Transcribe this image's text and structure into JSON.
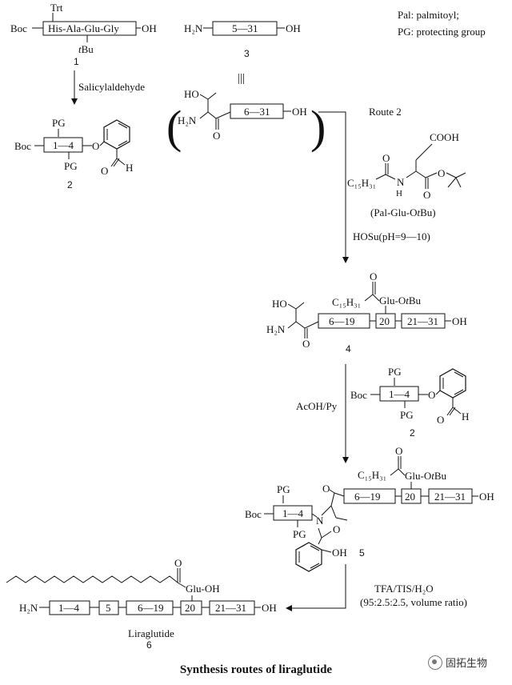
{
  "legend": {
    "line1": "Pal: palmitoyl;",
    "line2": "PG: protecting group"
  },
  "caption": "Synthesis routes of liraglutide",
  "watermark": "固拓生物",
  "compounds": {
    "c1": {
      "number": "1",
      "trt": "Trt",
      "boc": "Boc",
      "chain": "His-Ala-Glu-Gly",
      "oh": "OH",
      "tbu_t": "t",
      "tbu_b": "Bu"
    },
    "c2a": {
      "number": "2",
      "pg_top": "PG",
      "pg_bottom": "PG",
      "boc": "Boc",
      "box": "1—4",
      "o": "O",
      "aldehyde_h": "H",
      "aldehyde_o": "O"
    },
    "c3": {
      "number": "3",
      "h2n": "H₂N",
      "box": "5—31",
      "oh": "OH"
    },
    "equiv": "|||",
    "c3_expanded": {
      "ho": "HO",
      "h2n": "H₂N",
      "o": "O",
      "box": "6—31",
      "oh": "OH"
    },
    "pal_glu": {
      "cooh": "COOH",
      "pal": "C₁₅H₃₁",
      "nh": "N",
      "nh_h": "H",
      "o1": "O",
      "o2": "O",
      "o3": "O",
      "label": "(Pal-Glu-OtBu)"
    },
    "c4": {
      "number": "4",
      "ho": "HO",
      "h2n": "H₂N",
      "o": "O",
      "pal": "C₁₅H₃₁",
      "o_top": "O",
      "glu": "Glu-OtBu",
      "box1": "6—19",
      "box2": "20",
      "box3": "21—31",
      "oh": "OH"
    },
    "c2b": {
      "number": "2",
      "pg_top": "PG",
      "pg_bottom": "PG",
      "boc": "Boc",
      "box": "1—4",
      "o": "O",
      "aldehyde_h": "H",
      "aldehyde_o": "O"
    },
    "c5": {
      "number": "5",
      "pal": "C₁₅H₃₁",
      "o_top": "O",
      "glu": "Glu-OtBu",
      "o_carbonyl": "O",
      "box1": "6—19",
      "box2": "20",
      "box3": "21—31",
      "oh": "OH",
      "pg_top": "PG",
      "pg_bottom": "PG",
      "boc": "Boc",
      "box_1_4": "1—4",
      "n": "N",
      "o_ring": "O",
      "phenol_oh": "OH"
    },
    "c6": {
      "number": "6",
      "name": "Liraglutide",
      "h2n": "H₂N",
      "box1": "1—4",
      "box2": "5",
      "box3": "6—19",
      "box4": "20",
      "box5": "21—31",
      "oh": "OH",
      "o_top": "O",
      "glu": "Glu-OH"
    }
  },
  "reagents": {
    "salicyl": "Salicylaldehyde",
    "route2": "Route 2",
    "hosu": "HOSu(pH=9—10)",
    "acoh": "AcOH/Py",
    "tfa": "TFA/TIS/H₂O",
    "ratio": "(95:2.5:2.5, volume ratio)"
  }
}
